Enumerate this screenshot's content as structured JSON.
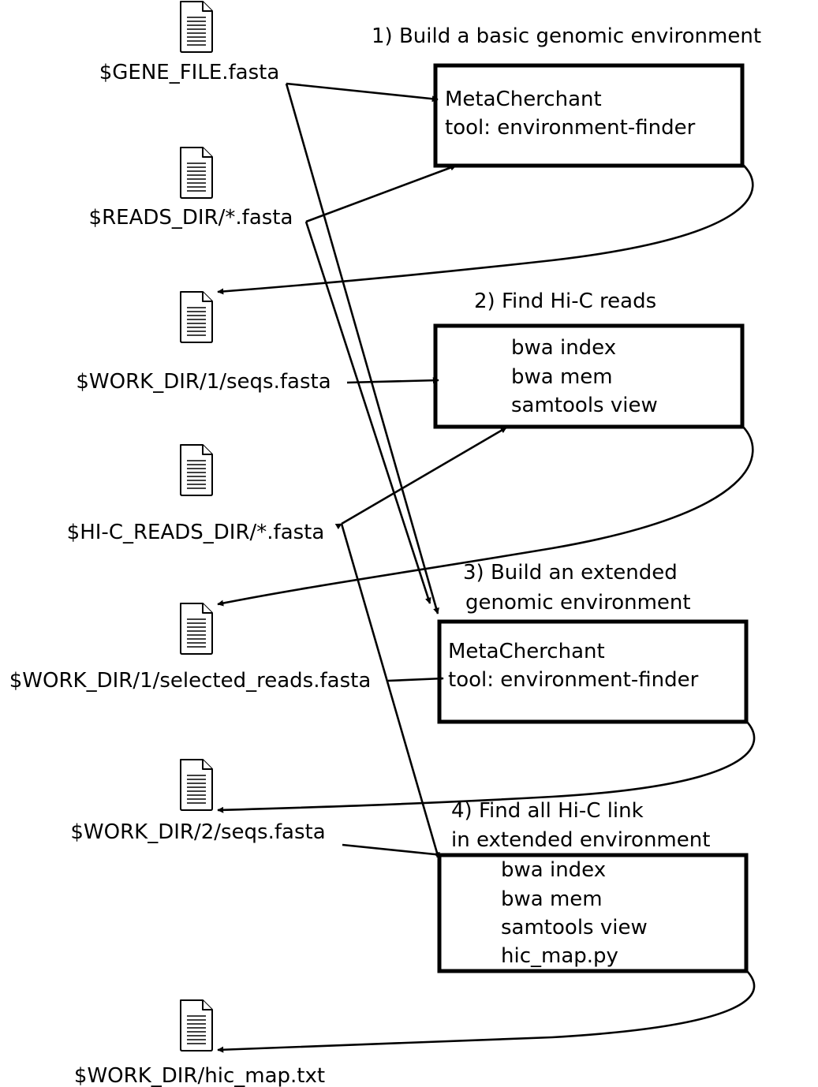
{
  "steps": [
    {
      "title": [
        "1)  Build a basic genomic environment"
      ],
      "box_lines": [
        "MetaCherchant",
        "tool: environment-finder"
      ]
    },
    {
      "title": [
        "2) Find Hi-C reads"
      ],
      "box_lines": [
        "bwa index",
        "bwa mem",
        "samtools view"
      ]
    },
    {
      "title": [
        "3)  Build an extended",
        "genomic environment"
      ],
      "box_lines": [
        "MetaCherchant",
        "tool: environment-finder"
      ]
    },
    {
      "title": [
        "4) Find all Hi-C link",
        "in extended environment"
      ],
      "box_lines": [
        "bwa index",
        "bwa mem",
        "samtools view",
        "hic_map.py"
      ]
    }
  ],
  "files": [
    "$GENE_FILE.fasta",
    "$READS_DIR/*.fasta",
    "$WORK_DIR/1/seqs.fasta",
    "$HI-C_READS_DIR/*.fasta",
    "$WORK_DIR/1/selected_reads.fasta",
    "$WORK_DIR/2/seqs.fasta",
    "$WORK_DIR/hic_map.txt"
  ]
}
